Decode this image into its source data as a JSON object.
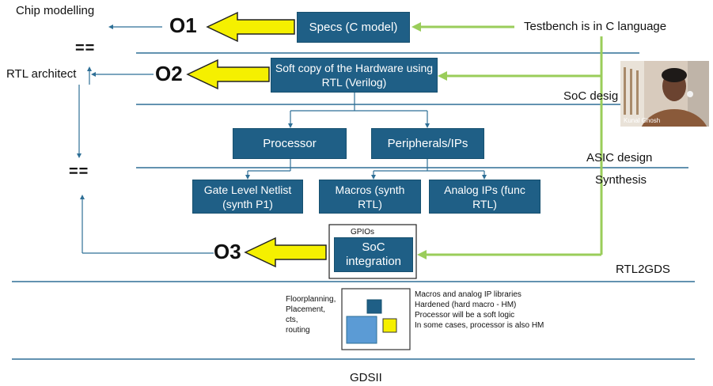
{
  "left_labels": {
    "chip_modelling": "Chip modelling",
    "rtl_architect": "RTL architect",
    "eq_top": "==",
    "eq_mid": "=="
  },
  "outputs": {
    "o1": "O1",
    "o2": "O2",
    "o3": "O3"
  },
  "boxes": {
    "specs": "Specs (C model)",
    "rtl": "Soft copy of the Hardware using RTL (Verilog)",
    "processor": "Processor",
    "peripherals": "Peripherals/IPs",
    "gate_level": "Gate Level Netlist (synth P1)",
    "macros": "Macros (synth RTL)",
    "analog": "Analog IPs (func RTL)",
    "soc": "SoC integration",
    "gpios": "GPIOs"
  },
  "right_labels": {
    "testbench": "Testbench is in C language",
    "soc_design": "SoC desig",
    "asic_design": "ASIC design",
    "synthesis": "Synthesis",
    "rtl2gds": "RTL2GDS",
    "gdsii": "GDSII"
  },
  "physical": {
    "steps": [
      "Floorplanning,",
      "Placement,",
      "cts,",
      "routing"
    ],
    "notes": [
      "Macros and analog IP libraries",
      "Hardened (hard macro - HM)",
      "Processor will be a soft logic",
      "In some cases, processor is also HM"
    ]
  },
  "webcam": {
    "name": "Kunal Ghosh"
  },
  "colors": {
    "box": "#1f5f86",
    "arrow_yellow": "#f5f000",
    "green": "#9acd5a",
    "line": "#2e6f96"
  }
}
